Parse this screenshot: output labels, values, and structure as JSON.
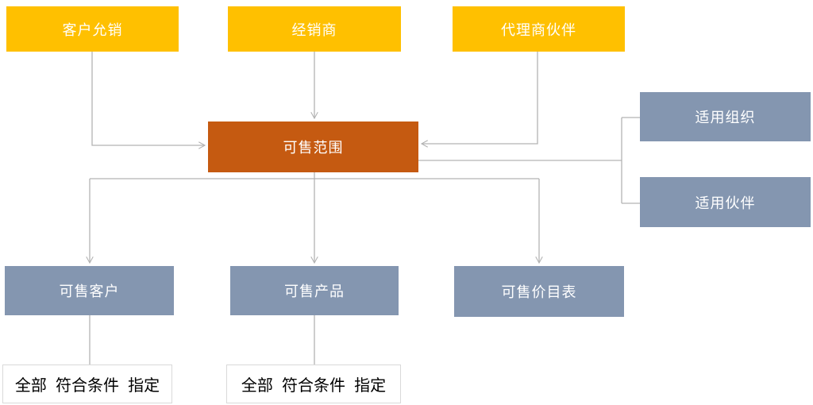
{
  "diagram": {
    "colors": {
      "yellow": "#FFC000",
      "orange": "#C55A11",
      "blue_gray": "#8496B0",
      "line": "#B3B3B3",
      "label_border": "#D9D9D9",
      "label_text": "#000000",
      "node_text": "#FFFFFF"
    },
    "nodes": {
      "top1": {
        "label": "客户允销"
      },
      "top2": {
        "label": "经销商"
      },
      "top3": {
        "label": "代理商伙伴"
      },
      "center": {
        "label": "可售范围"
      },
      "right1": {
        "label": "适用组织"
      },
      "right2": {
        "label": "适用伙伴"
      },
      "bottom1": {
        "label": "可售客户"
      },
      "bottom2": {
        "label": "可售产品"
      },
      "bottom3": {
        "label": "可售价目表"
      }
    },
    "option_labels": {
      "left": "全部  符合条件  指定",
      "middle": "全部  符合条件  指定"
    }
  }
}
